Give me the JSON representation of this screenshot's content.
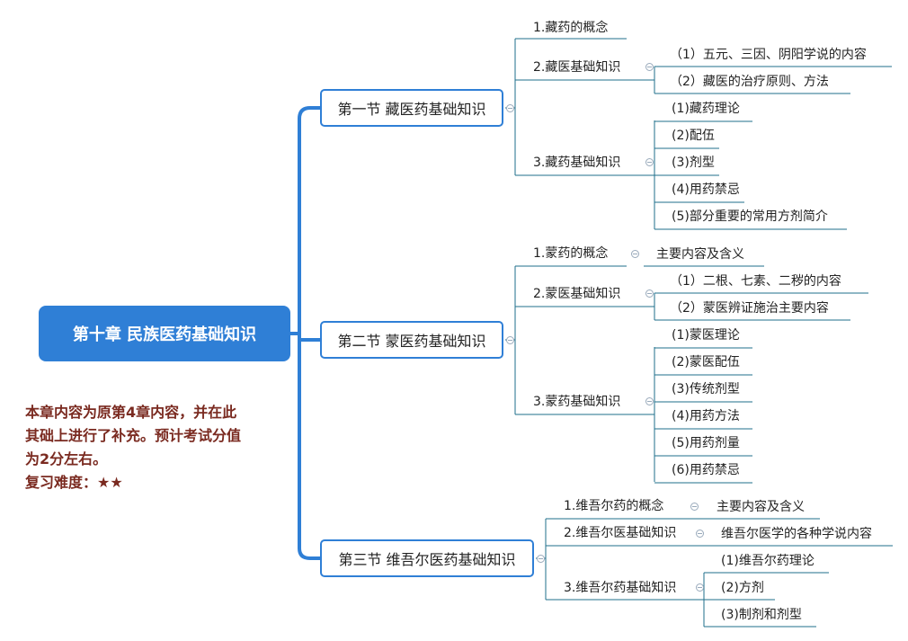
{
  "root": {
    "title": "第十章 民族医药基础知识"
  },
  "note": {
    "lines": [
      "本章内容为原第4章内容，并在此",
      "其础上进行了补充。预计考试分值",
      "为2分左右。"
    ],
    "difficulty": "复习难度：★★"
  },
  "sections": [
    {
      "title": "第一节 藏医药基础知识",
      "topics": [
        {
          "label": "1.藏药的概念"
        },
        {
          "label": "2.藏医基础知识",
          "children": [
            "（1）五元、三因、阴阳学说的内容",
            "（2）藏医的治疗原则、方法"
          ]
        },
        {
          "label": "3.藏药基础知识",
          "children": [
            "(1)藏药理论",
            "(2)配伍",
            "(3)剂型",
            "(4)用药禁忌",
            "(5)部分重要的常用方剂简介"
          ]
        }
      ]
    },
    {
      "title": "第二节 蒙医药基础知识",
      "topics": [
        {
          "label": "1.蒙药的概念",
          "children": [
            "主要内容及含义"
          ]
        },
        {
          "label": "2.蒙医基础知识",
          "children": [
            "（1）二根、七素、二秽的内容",
            "（2）蒙医辨证施治主要内容"
          ]
        },
        {
          "label": "3.蒙药基础知识",
          "children": [
            "(1)蒙医理论",
            "(2)蒙医配伍",
            "(3)传统剂型",
            "(4)用药方法",
            "(5)用药剂量",
            "(6)用药禁忌"
          ]
        }
      ]
    },
    {
      "title": "第三节 维吾尔医药基础知识",
      "topics": [
        {
          "label": "1.维吾尔药的概念",
          "children": [
            "主要内容及含义"
          ]
        },
        {
          "label": "2.维吾尔医基础知识",
          "children": [
            "维吾尔医学的各种学说内容"
          ]
        },
        {
          "label": "3.维吾尔药基础知识",
          "children": [
            "(1)维吾尔药理论",
            "(2)方剂",
            "(3)制剂和剂型"
          ]
        }
      ]
    }
  ]
}
